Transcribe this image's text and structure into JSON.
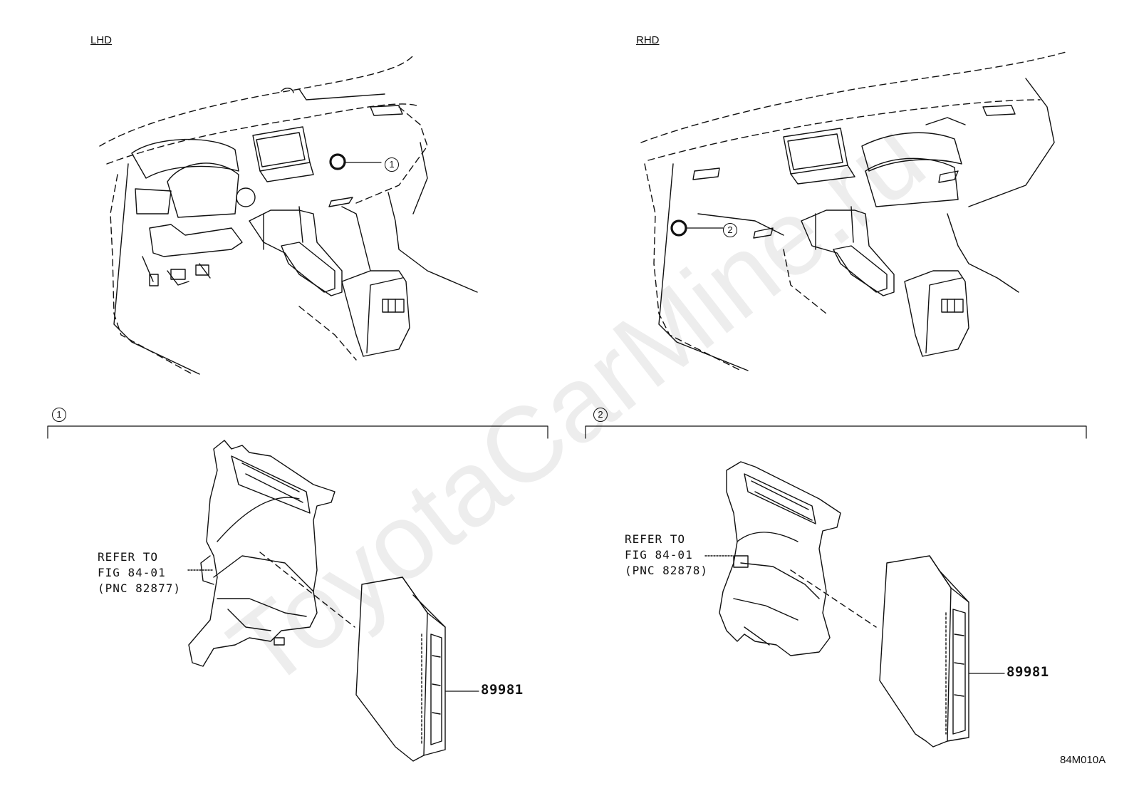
{
  "views": {
    "left_label": "LHD",
    "right_label": "RHD"
  },
  "callouts": {
    "one": "1",
    "two": "2"
  },
  "left_detail": {
    "section_number": "1",
    "ref_line1": "REFER TO",
    "ref_line2": "FIG 84-01",
    "ref_line3": "(PNC 82877)",
    "part_number": "89981"
  },
  "right_detail": {
    "section_number": "2",
    "ref_line1": "REFER TO",
    "ref_line2": "FIG 84-01",
    "ref_line3": "(PNC 82878)",
    "part_number": "89981"
  },
  "diagram_code": "84M010A",
  "watermark": "ToyotaCarMine.ru",
  "colors": {
    "line": "#111111",
    "watermark": "#000000"
  }
}
